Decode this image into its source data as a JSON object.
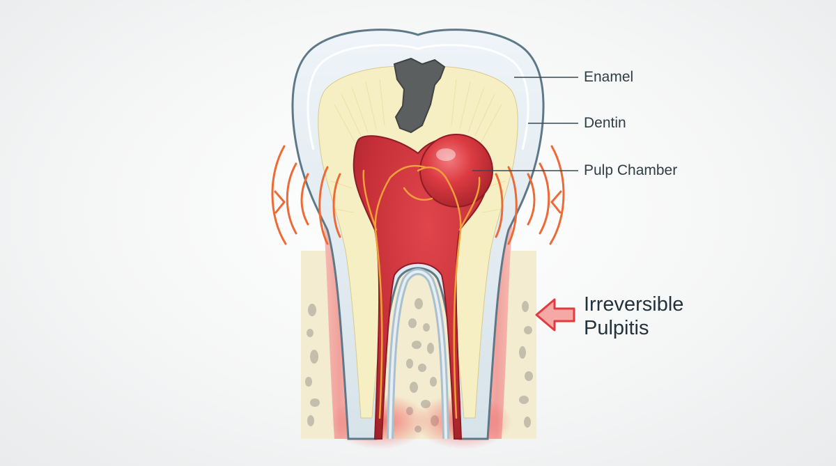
{
  "labels": {
    "enamel": "Enamel",
    "dentin": "Dentin",
    "pulp_chamber": "Pulp Chamber",
    "condition_line1": "Irreversible",
    "condition_line2": "Pulpitis"
  },
  "colors": {
    "enamel": "#dfe9f0",
    "enamel_outline": "#5f7888",
    "dentin": "#f7efc4",
    "pulp": "#c62f38",
    "pulp_dark": "#8e1c24",
    "nerve": "#f0a03a",
    "decay": "#5b5f60",
    "pain_waves": "#ee6a35",
    "bone": "#f3ecd0",
    "bone_pores": "#bcb6a6",
    "arrow": "#e23b3f",
    "leader_line": "#3a4851"
  }
}
